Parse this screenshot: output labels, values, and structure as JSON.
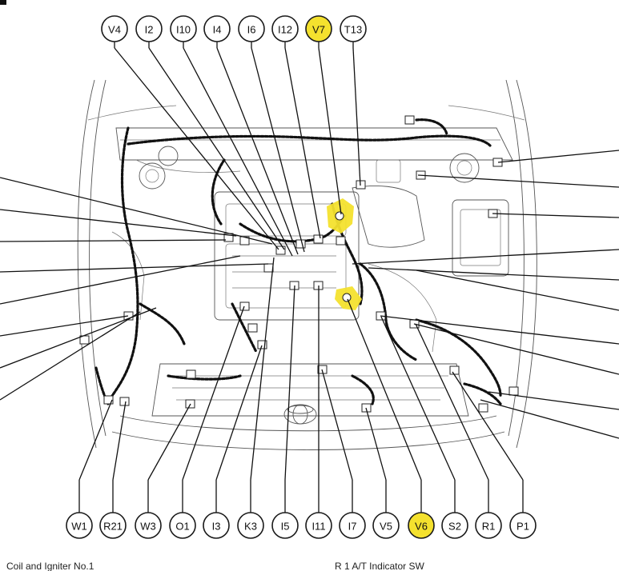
{
  "top_callouts": [
    {
      "label": "V4",
      "highlight": false
    },
    {
      "label": "I2",
      "highlight": false
    },
    {
      "label": "I10",
      "highlight": false
    },
    {
      "label": "I4",
      "highlight": false
    },
    {
      "label": "I6",
      "highlight": false
    },
    {
      "label": "I12",
      "highlight": false
    },
    {
      "label": "V7",
      "highlight": true
    },
    {
      "label": "T13",
      "highlight": false
    }
  ],
  "bottom_callouts": [
    {
      "label": "W1",
      "highlight": false
    },
    {
      "label": "R21",
      "highlight": false
    },
    {
      "label": "W3",
      "highlight": false
    },
    {
      "label": "O1",
      "highlight": false
    },
    {
      "label": "I3",
      "highlight": false
    },
    {
      "label": "K3",
      "highlight": false
    },
    {
      "label": "I5",
      "highlight": false
    },
    {
      "label": "I11",
      "highlight": false
    },
    {
      "label": "I7",
      "highlight": false
    },
    {
      "label": "V5",
      "highlight": false
    },
    {
      "label": "V6",
      "highlight": true
    },
    {
      "label": "S2",
      "highlight": false
    },
    {
      "label": "R1",
      "highlight": false
    },
    {
      "label": "P1",
      "highlight": false
    }
  ],
  "footer": {
    "left_text": "Coil and Igniter No.1",
    "right_text": "R  1  A/T Indicator SW"
  },
  "colors": {
    "highlight": "#f4e12e",
    "line": "#111111"
  }
}
